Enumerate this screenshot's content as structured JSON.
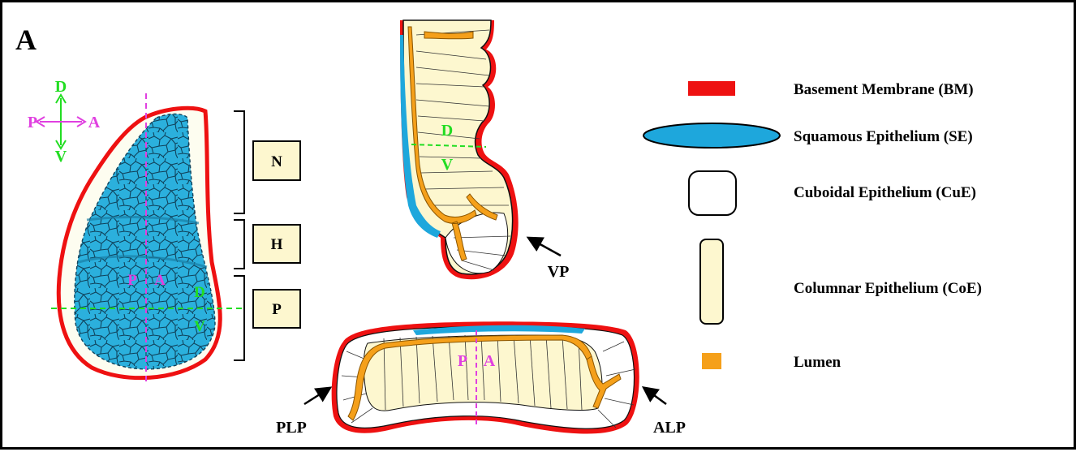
{
  "panel_label": "A",
  "axes_legend": {
    "dorsal": "D",
    "ventral": "V",
    "posterior": "P",
    "anterior": "A"
  },
  "zones": {
    "N": "N",
    "H": "H",
    "P": "P"
  },
  "disc_markers": {
    "p": "P",
    "a": "A",
    "d": "D",
    "v": "V"
  },
  "vp_markers": {
    "d": "D",
    "v": "V"
  },
  "lp_markers": {
    "p": "P",
    "a": "A"
  },
  "callouts": {
    "vp": "VP",
    "plp": "PLP",
    "alp": "ALP"
  },
  "legend": [
    {
      "key": "bm",
      "label": "Basement Membrane (BM)",
      "color": "#ee1111"
    },
    {
      "key": "se",
      "label": "Squamous Epithelium (SE)",
      "color": "#1ea7dc"
    },
    {
      "key": "cue",
      "label": "Cuboidal Epithelium (CuE)",
      "color": "#ffffff"
    },
    {
      "key": "coe",
      "label": "Columnar Epithelium (CoE)",
      "color": "#fdf7cf"
    },
    {
      "key": "lumen",
      "label": "Lumen",
      "color": "#f5a01a"
    }
  ],
  "colors": {
    "bm_red": "#ee1111",
    "se_blue": "#1ea7dc",
    "columnar_cream": "#fdf7cf",
    "lumen_orange": "#f5a01a",
    "axis_green": "#22dd22",
    "axis_magenta": "#e040e0"
  }
}
